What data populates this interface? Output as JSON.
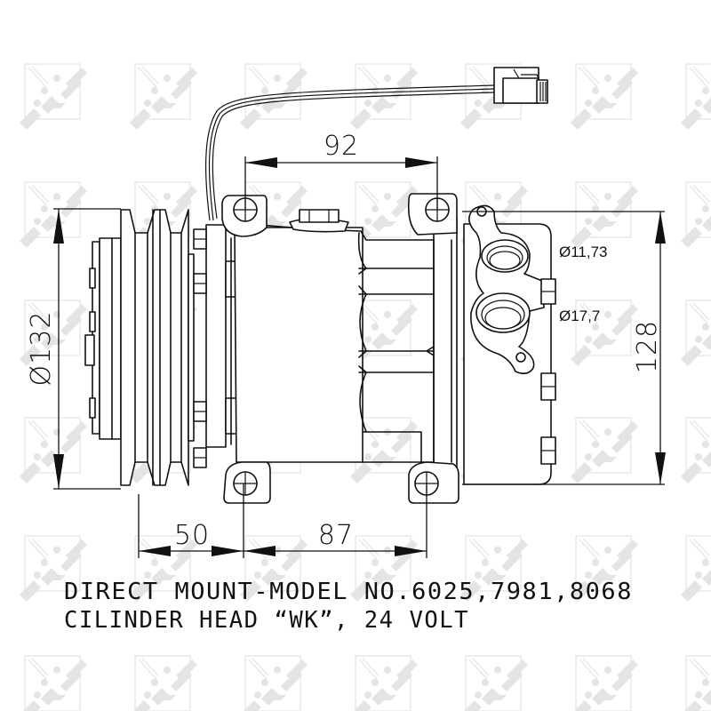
{
  "drawing": {
    "title": "A/C compressor technical drawing",
    "watermark": "NRF",
    "colors": {
      "line": "#111111",
      "watermark": "#e4e4e4",
      "background": "#ffffff"
    }
  },
  "dimensions": {
    "mount_hole_spacing_top": "92",
    "pulley_diameter": "Ø132",
    "pulley_offset": "50",
    "mount_hole_spacing_bottom": "87",
    "height": "128",
    "port_suction": "Ø11,73",
    "port_discharge": "Ø17,7"
  },
  "caption": {
    "line1": "DIRECT MOUNT-MODEL NO.6025,7981,8068",
    "line2": "CILINDER HEAD “WK”, 24 VOLT"
  }
}
